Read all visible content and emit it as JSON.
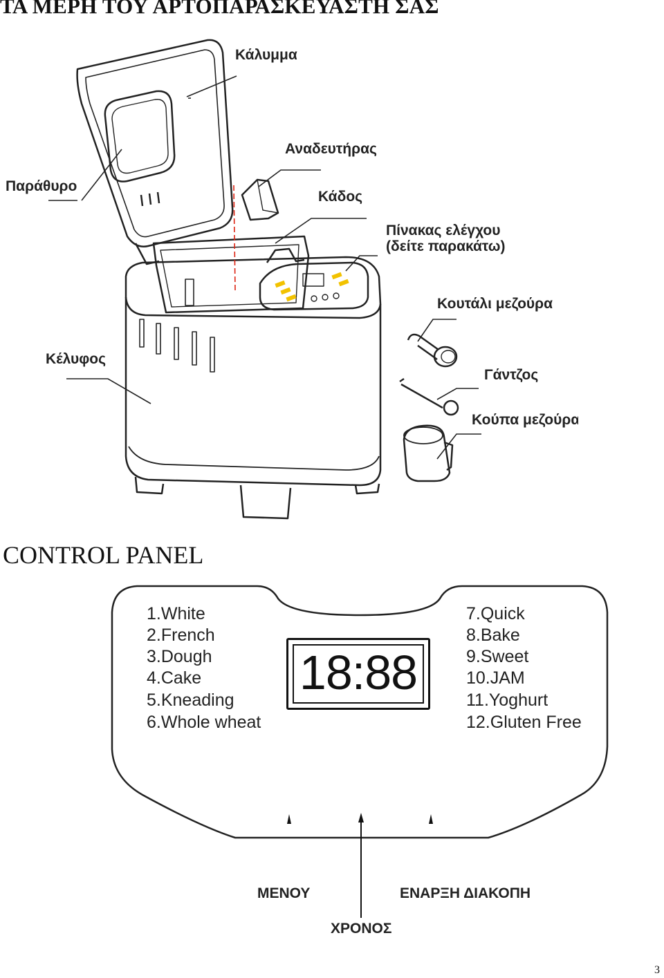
{
  "heading": "ΤΑ ΜΕΡΗ ΤΟΥ ΑΡΤΟΠΑΡΑΣΚΕΥΑΣΤΗ ΣΑΣ",
  "parts": {
    "lid": "Κάλυμμα",
    "window": "Παράθυρο",
    "kneader": "Αναδευτήρας",
    "pan": "Κάδος",
    "control_panel_line1": "Πίνακας ελέγχου",
    "control_panel_line2": "(δείτε παρακάτω)",
    "measuring_spoon": "Κουτάλι μεζούρα",
    "hook": "Γάντζος",
    "measuring_cup": "Κούπα μεζούρα",
    "housing": "Κέλυφος"
  },
  "control_panel_title": "CONTROL PANEL",
  "programs_left": [
    "1.White",
    "2.French",
    "3.Dough",
    "4.Cake",
    "5.Kneading",
    "6.Whole wheat"
  ],
  "programs_right": [
    "7.Quick",
    "8.Bake",
    "9.Sweet",
    "10.JAM",
    "11.Yoghurt",
    "12.Gluten Free"
  ],
  "display_value": "18:88",
  "buttons": {
    "menu": "ΜΕΝΟΥ",
    "time": "ΧΡΟΝΟΣ",
    "start_stop": "ΕΝΑΡΞΗ ΔΙΑΚΟΠΗ"
  },
  "page_number": "3",
  "accent_colors": {
    "panel_buttons": "#f2c200"
  }
}
